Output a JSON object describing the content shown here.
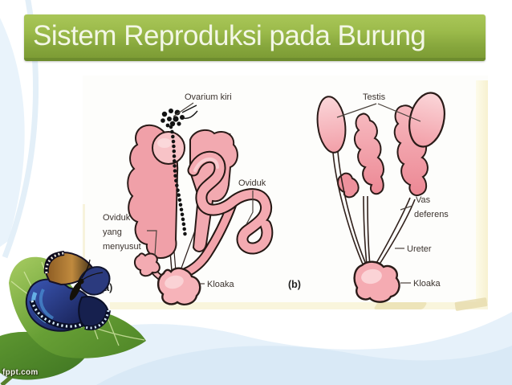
{
  "slide": {
    "title": "Sistem Reproduksi pada Burung"
  },
  "watermark": {
    "label": "fppt.com"
  },
  "figure": {
    "female": {
      "letter": "(a)",
      "labels": {
        "ovary": "Ovarium kiri",
        "oviduct": "Oviduk",
        "shrunken_oviduct": [
          "Oviduk",
          "yang",
          "menyusut"
        ],
        "cloaca": "Kloaka"
      }
    },
    "male": {
      "letter": "(b)",
      "labels": {
        "testis": "Testis",
        "vas_deferens": [
          "Vas",
          "deferens"
        ],
        "ureter": "Ureter",
        "cloaca": "Kloaka"
      }
    }
  },
  "colors": {
    "title_green_top": "#a9c658",
    "title_green_bottom": "#7d9c35",
    "title_green_edge": "#6d8c2e",
    "title_text": "#f3f7e6",
    "organ_pink": "#f2a2a9",
    "organ_pink_light": "#f8c6ca",
    "outline_ink": "#2a1b18",
    "page_edge_cream": "#f9f5dc",
    "background_blue": "#e4f0fa"
  }
}
